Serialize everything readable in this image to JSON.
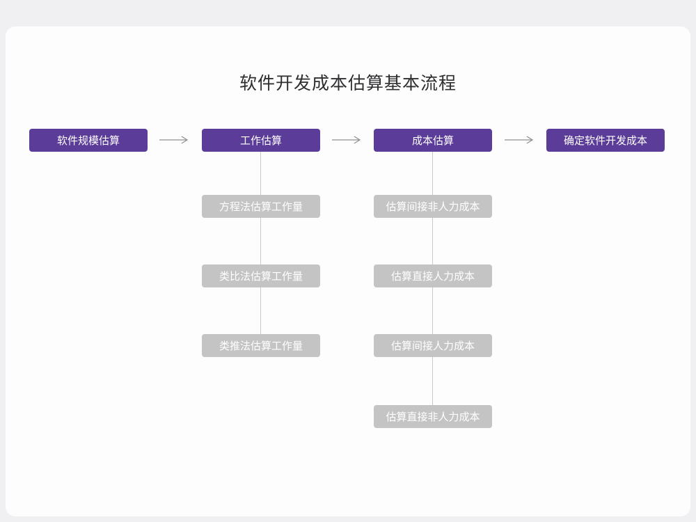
{
  "page": {
    "title": "软件开发成本估算基本流程"
  },
  "colors": {
    "accent_purple": "#5b3c98",
    "node_gray": "#c4c4c4",
    "connector_gray": "#c9c9c9",
    "arrow_gray": "#8f8f8f",
    "card_background": "#fdfdfe",
    "page_background": "#f0f0f2"
  },
  "flow": {
    "steps": [
      {
        "label": "软件规模估算"
      },
      {
        "label": "工作估算"
      },
      {
        "label": "成本估算"
      },
      {
        "label": "确定软件开发成本"
      }
    ]
  },
  "work_estimation_methods": [
    {
      "label": "方程法估算工作量"
    },
    {
      "label": "类比法估算工作量"
    },
    {
      "label": "类推法估算工作量"
    }
  ],
  "cost_estimation_steps": [
    {
      "label": "估算间接非人力成本"
    },
    {
      "label": "估算直接人力成本"
    },
    {
      "label": "估算间接人力成本"
    },
    {
      "label": "估算直接非人力成本"
    }
  ]
}
